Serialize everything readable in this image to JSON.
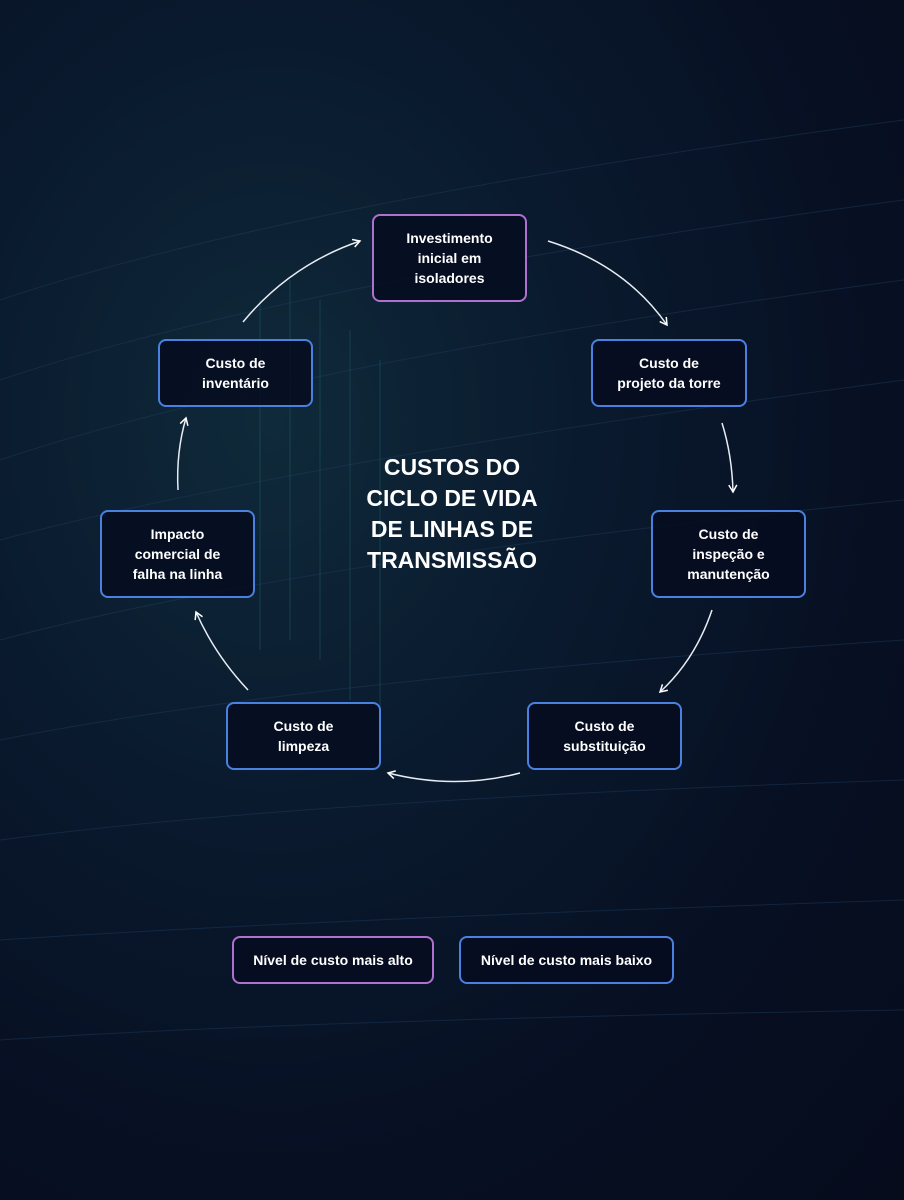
{
  "title": "CUSTOS DO\nCICLO DE VIDA\nDE LINHAS DE\nTRANSMISSÃO",
  "colors": {
    "highest": "#b070d0",
    "lowest": "#4a80e0",
    "background": "#070f22"
  },
  "nodes": [
    {
      "label": "Investimento\ninicial em\nisoladores",
      "level": "highest"
    },
    {
      "label": "Custo de\nprojeto da torre",
      "level": "lowest"
    },
    {
      "label": "Custo de\ninspeção e\nmanutenção",
      "level": "lowest"
    },
    {
      "label": "Custo de\nsubstituição",
      "level": "lowest"
    },
    {
      "label": "Custo de\nlimpeza",
      "level": "lowest"
    },
    {
      "label": "Impacto\ncomercial de\nfalha na linha",
      "level": "lowest"
    },
    {
      "label": "Custo de\ninventário",
      "level": "lowest"
    }
  ],
  "legend": {
    "highest": "Nível de custo mais alto",
    "lowest": "Nível de custo mais baixo"
  }
}
